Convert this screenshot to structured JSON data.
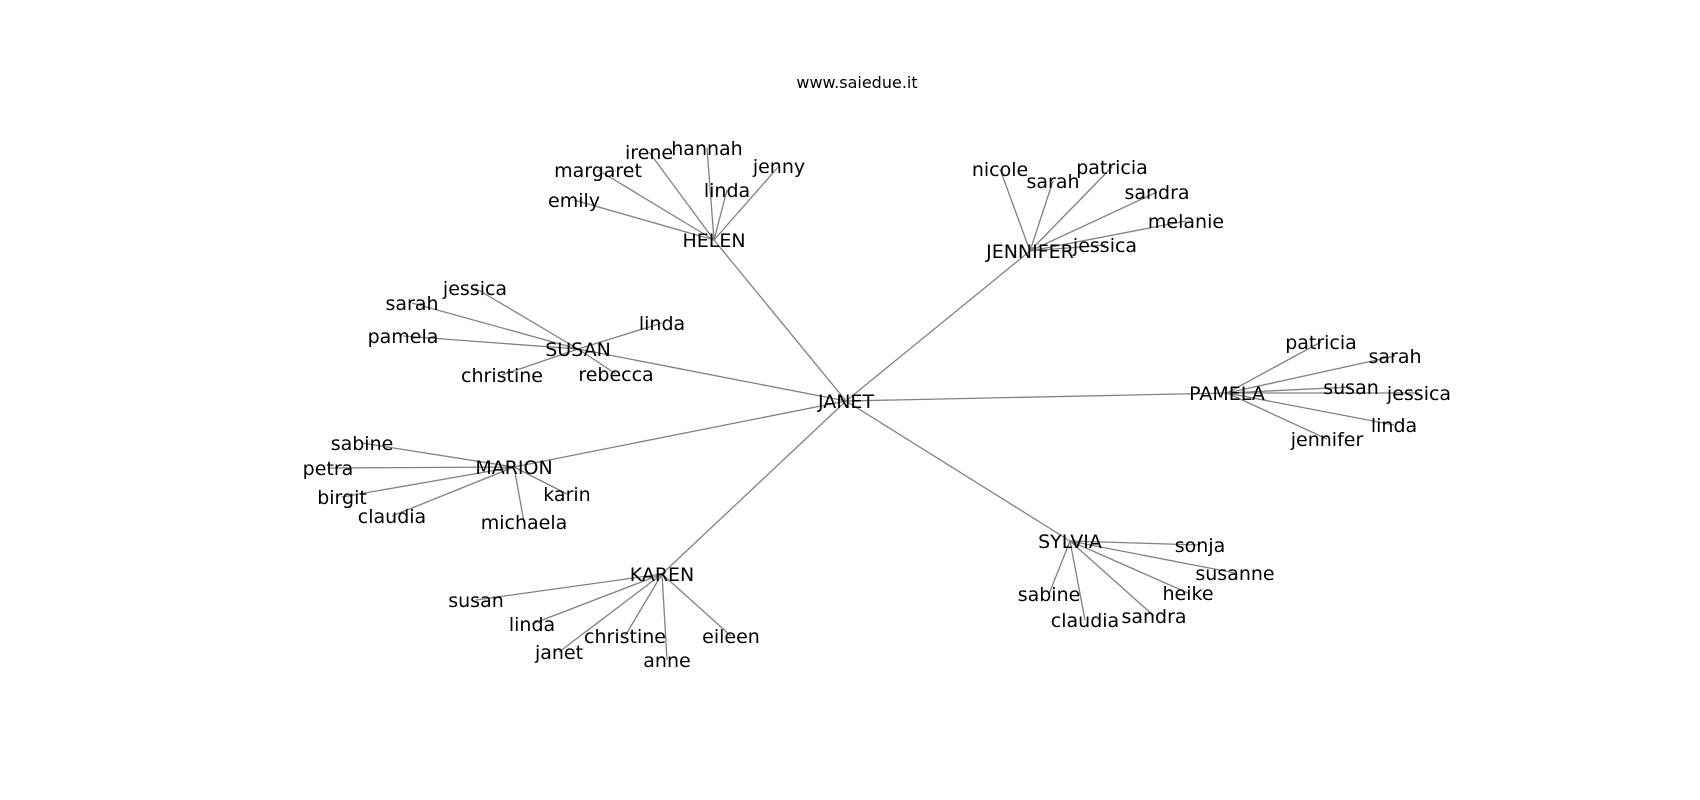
{
  "site": "www.saiedue.it",
  "edge_color": "#808080",
  "text_color": "#000000",
  "root": "JANET",
  "hubs": [
    {
      "name": "HELEN",
      "leaves": [
        "irene",
        "hannah",
        "margaret",
        "jenny",
        "linda",
        "emily"
      ]
    },
    {
      "name": "JENNIFER",
      "leaves": [
        "nicole",
        "sarah",
        "patricia",
        "sandra",
        "melanie",
        "jessica"
      ]
    },
    {
      "name": "SUSAN",
      "leaves": [
        "jessica",
        "sarah",
        "pamela",
        "linda",
        "christine",
        "rebecca"
      ]
    },
    {
      "name": "PAMELA",
      "leaves": [
        "patricia",
        "sarah",
        "susan",
        "jessica",
        "linda",
        "jennifer"
      ]
    },
    {
      "name": "MARION",
      "leaves": [
        "sabine",
        "petra",
        "birgit",
        "claudia",
        "karin",
        "michaela"
      ]
    },
    {
      "name": "SYLVIA",
      "leaves": [
        "sonja",
        "susanne",
        "heike",
        "sandra",
        "claudia",
        "sabine"
      ]
    },
    {
      "name": "KAREN",
      "leaves": [
        "susan",
        "linda",
        "janet",
        "christine",
        "anne",
        "eileen"
      ]
    }
  ]
}
